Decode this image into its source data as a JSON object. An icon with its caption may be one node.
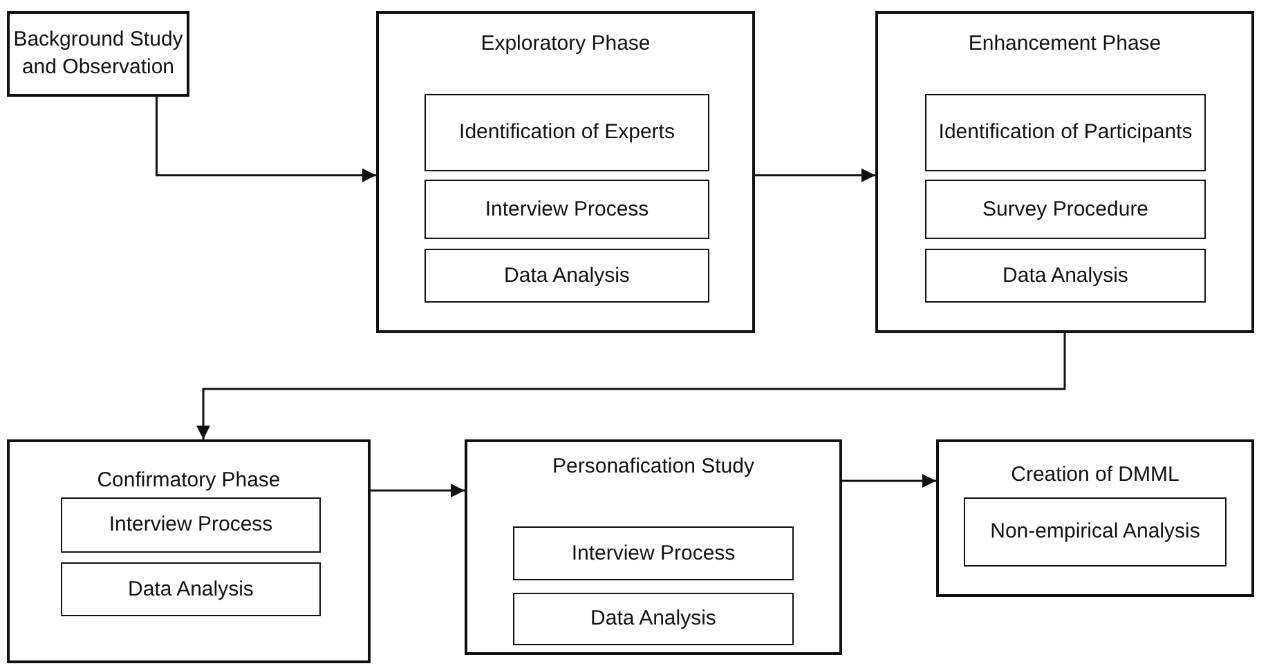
{
  "diagram": {
    "nodes": [
      {
        "text": [
          "Background Study and Observation"
        ]
      },
      {
        "text": [
          "Exploratory Phase"
        ]
      },
      {
        "text": [
          "Identification of Experts"
        ],
        "in": 1
      },
      {
        "text": [
          "Interview Process"
        ],
        "in": 1
      },
      {
        "text": [
          "Data Analysis"
        ],
        "in": 1
      },
      {
        "text": [
          "Enhancement Phase"
        ]
      },
      {
        "text": [
          "Identification of Participants"
        ],
        "in": 5
      },
      {
        "text": [
          "Survey Procedure"
        ],
        "in": 5
      },
      {
        "text": [
          "Data Analysis"
        ],
        "in": 5
      },
      {
        "text": [
          "Confirmatory Phase"
        ]
      },
      {
        "text": [
          "Interview Process"
        ],
        "in": 9
      },
      {
        "text": [
          "Data Analysis"
        ],
        "in": 9
      },
      {
        "text": [
          "Personafication Study"
        ]
      },
      {
        "text": [
          "Interview Process"
        ],
        "in": 12
      },
      {
        "text": [
          "Data Analysis"
        ],
        "in": 12
      },
      {
        "text": [
          "Creation of DMML"
        ]
      },
      {
        "text": [
          "Non-empirical Analysis"
        ],
        "in": 15
      }
    ],
    "edges": [
      {
        "from": 0,
        "to": 1,
        "arrow": "to"
      },
      {
        "from": 1,
        "to": 5,
        "arrow": "to"
      },
      {
        "from": 5,
        "to": 9,
        "arrow": "to"
      },
      {
        "from": 9,
        "to": 12,
        "arrow": "to"
      },
      {
        "from": 12,
        "to": 15,
        "arrow": "to"
      }
    ]
  }
}
